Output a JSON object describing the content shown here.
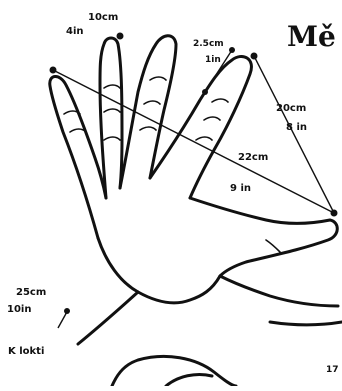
{
  "title": "Mě",
  "labels": {
    "middle_finger_cm": "10cm",
    "middle_finger_in": "4in",
    "finger_gap_cm": "2.5cm",
    "finger_gap_in": "1in",
    "diagonal_cm": "22cm",
    "diagonal_in": "9 in",
    "thumb_to_index_cm": "20cm",
    "thumb_to_index_in": "8 in",
    "wrist_cm": "25cm",
    "wrist_in": "10in",
    "elbow": "K lokti"
  },
  "partial_text": "17"
}
